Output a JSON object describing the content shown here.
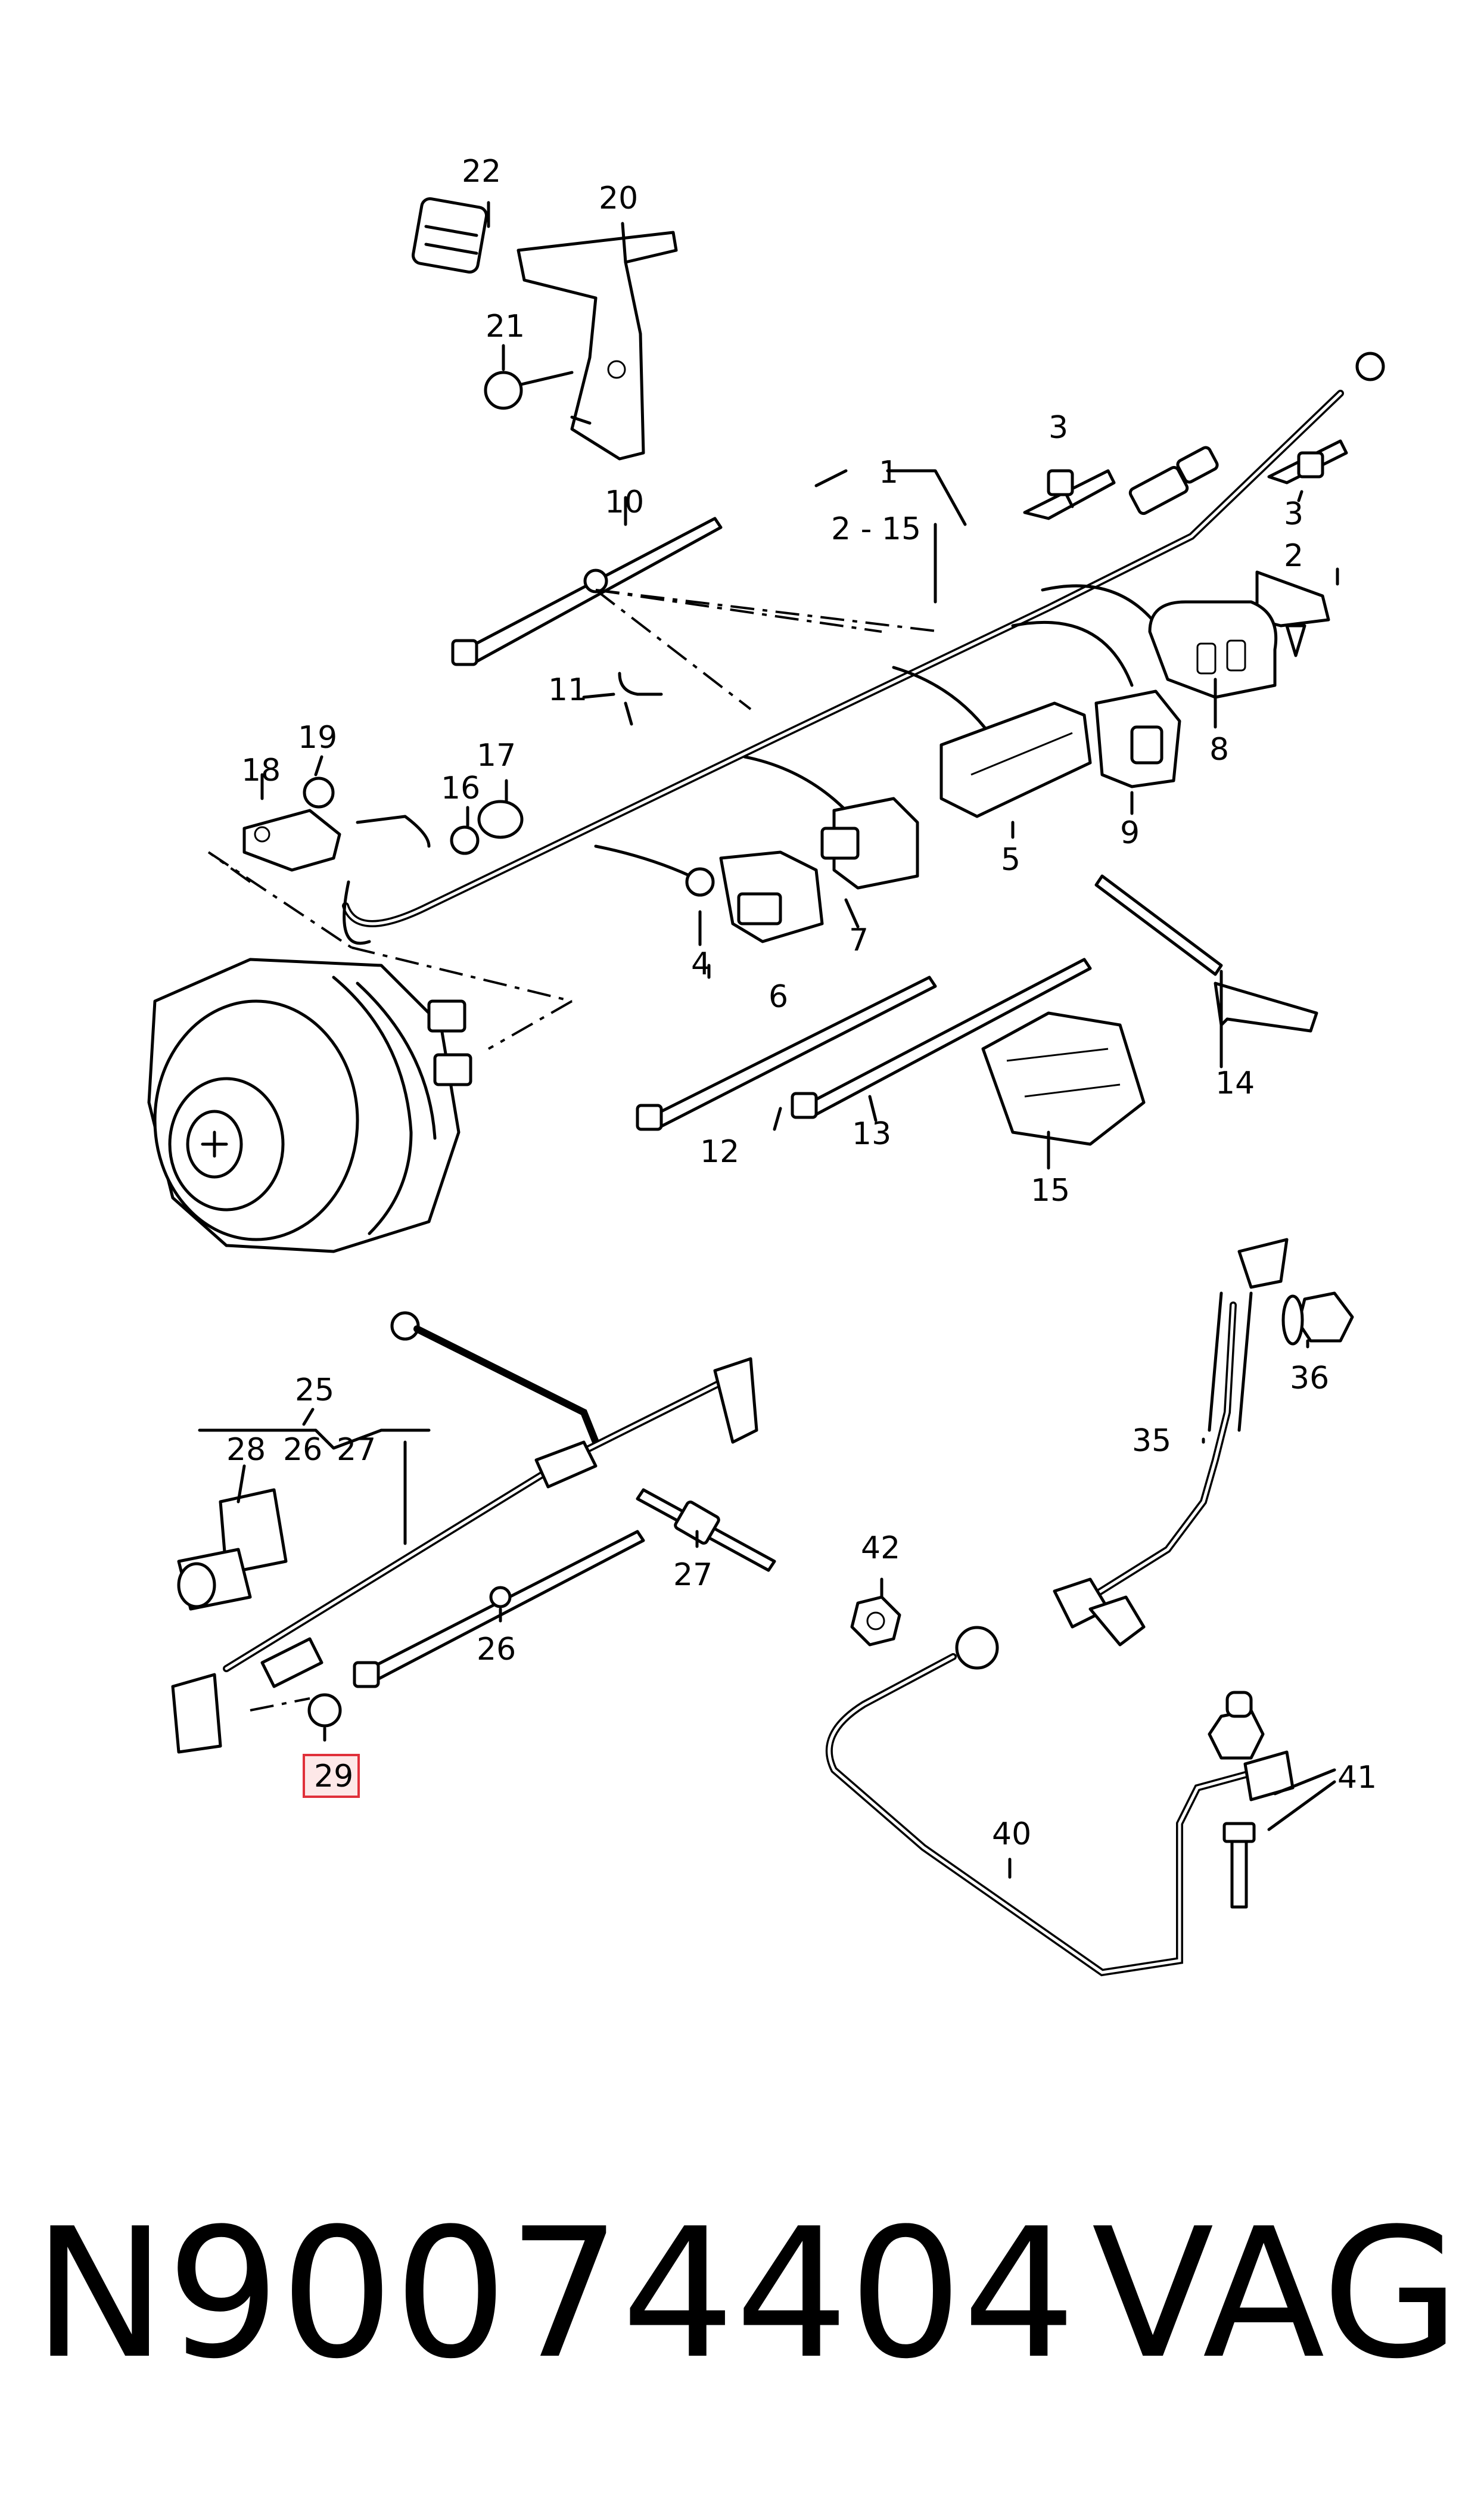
{
  "diagram": {
    "labels": {
      "l1": "1",
      "l2_15": "2 - 15",
      "l2": "2",
      "l3a": "3",
      "l3b": "3",
      "l4": "4",
      "l5": "5",
      "l6": "6",
      "l7": "7",
      "l8": "8",
      "l9": "9",
      "l10": "10",
      "l11": "11",
      "l12": "12",
      "l13": "13",
      "l14": "14",
      "l15": "15",
      "l16": "16",
      "l17": "17",
      "l18": "18",
      "l19": "19",
      "l20": "20",
      "l21": "21",
      "l22": "22",
      "l25": "25",
      "l26a": "26",
      "l27a": "27",
      "l28": "28",
      "l26b": "26",
      "l27b": "27",
      "l29": "29",
      "l35": "35",
      "l36": "36",
      "l40": "40",
      "l41": "41",
      "l42": "42"
    },
    "highlight_color": "#e0303a"
  },
  "caption": {
    "part_number": "N90074404",
    "brand": "VAG"
  }
}
